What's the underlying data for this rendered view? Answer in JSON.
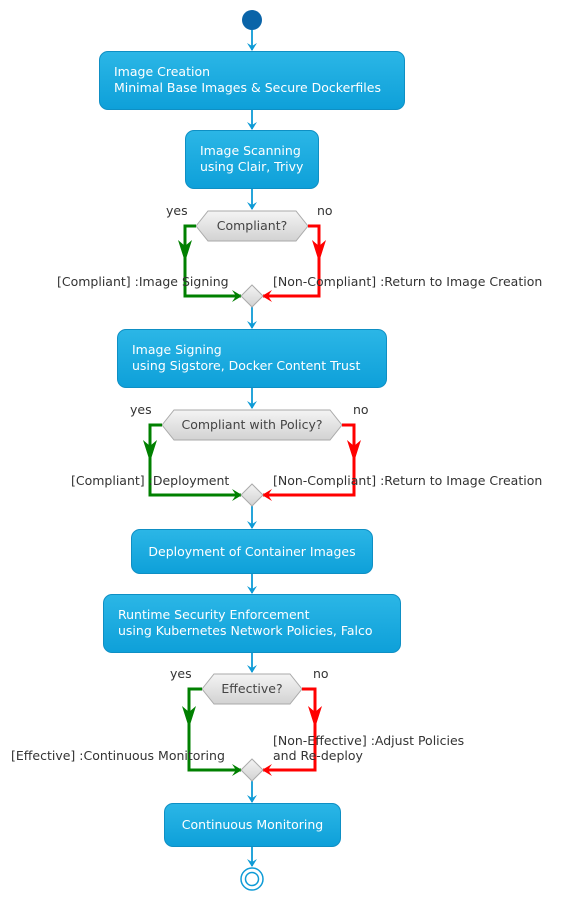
{
  "activities": {
    "image_creation": {
      "line1": "Image Creation",
      "line2": "Minimal Base Images & Secure Dockerfiles"
    },
    "image_scanning": {
      "line1": "Image Scanning",
      "line2": "using Clair, Trivy"
    },
    "image_signing": {
      "line1": "Image Signing",
      "line2": "using Sigstore, Docker Content Trust"
    },
    "deployment": {
      "line1": "Deployment of Container Images"
    },
    "runtime": {
      "line1": "Runtime Security Enforcement",
      "line2": "using Kubernetes Network Policies, Falco"
    },
    "monitoring": {
      "line1": "Continuous Monitoring"
    }
  },
  "decisions": {
    "d1": {
      "question": "Compliant?",
      "yes": "yes",
      "no": "no",
      "yes_branch": "[Compliant] :Image Signing",
      "no_branch": "[Non-Compliant] :Return to Image Creation"
    },
    "d2": {
      "question": "Compliant with Policy?",
      "yes": "yes",
      "no": "no",
      "yes_branch": "[Compliant] :Deployment",
      "no_branch": "[Non-Compliant] :Return to Image Creation"
    },
    "d3": {
      "question": "Effective?",
      "yes": "yes",
      "no": "no",
      "yes_branch": "[Effective] :Continuous Monitoring",
      "no_branch_line1": "[Non-Effective] :Adjust Policies",
      "no_branch_line2": "and Re-deploy"
    }
  },
  "colors": {
    "flow": "#0e9bd6",
    "yes_branch": "#008000",
    "no_branch": "#ff0000",
    "activity_fill": "#1aaae0",
    "start_node": "#0a64a8"
  }
}
